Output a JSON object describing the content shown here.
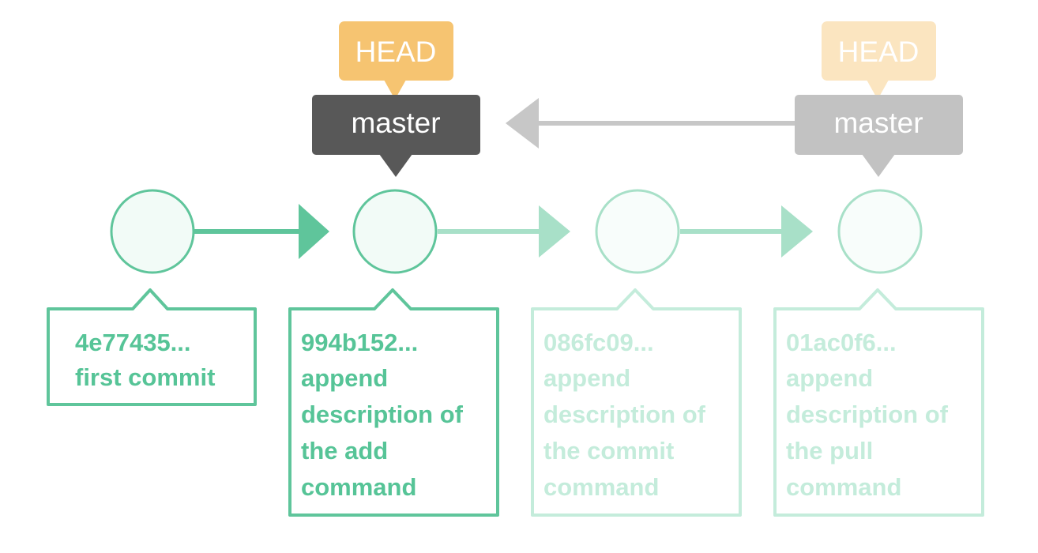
{
  "commits": [
    {
      "hash": "4e77435...",
      "message": [
        "first commit"
      ],
      "state": "active"
    },
    {
      "hash": "994b152...",
      "message": [
        "append",
        "description of",
        "the add",
        "command"
      ],
      "state": "active"
    },
    {
      "hash": "086fc09...",
      "message": [
        "append",
        "description of",
        "the commit",
        "command"
      ],
      "state": "faded"
    },
    {
      "hash": "01ac0f6...",
      "message": [
        "append",
        "description of",
        "the pull",
        "command"
      ],
      "state": "faded"
    }
  ],
  "refs": {
    "current": {
      "head_label": "HEAD",
      "branch_label": "master",
      "commit_index": 1
    },
    "previous": {
      "head_label": "HEAD",
      "branch_label": "master",
      "commit_index": 3
    }
  },
  "colors": {
    "green": "#5fc59b",
    "green_light": "#a8e0c8",
    "green_text": "#56c497",
    "green_text_faded": "#c4ecdb",
    "circle_fill": "#f2fbf7",
    "head_orange": "#f6c471",
    "head_orange_faded": "#fbe5c0",
    "master_dark": "#585858",
    "master_faded": "#c2c2c2",
    "arrow_gray": "#c7c7c7"
  }
}
